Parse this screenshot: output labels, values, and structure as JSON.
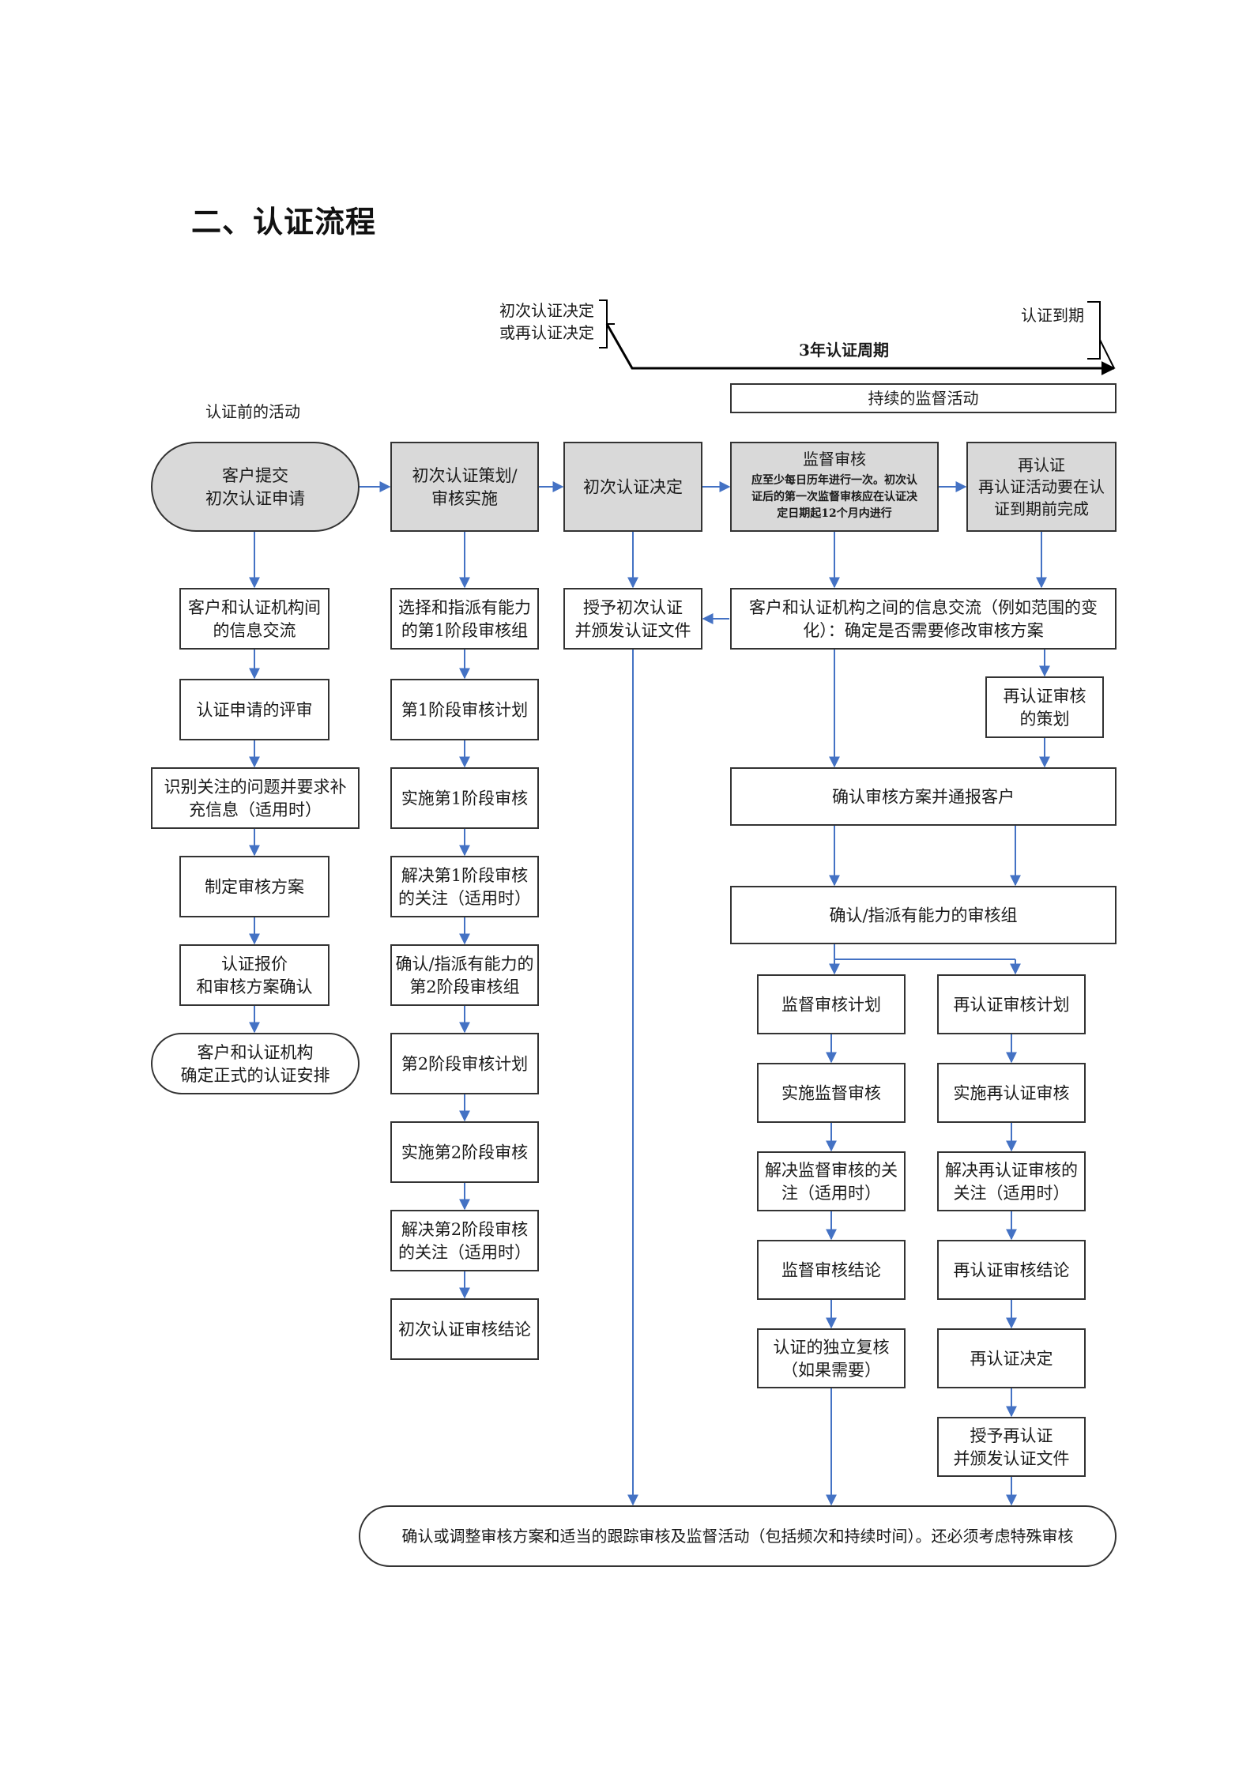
{
  "page": {
    "heading": "二、认证流程"
  },
  "colors": {
    "arrow": "#4472c4",
    "box_border": "#333333",
    "gray_fill": "#d9d9d9",
    "text": "#1a1a1a"
  },
  "timeline": {
    "start_label": [
      "初次认证决定",
      "或再认证决定"
    ],
    "end_label": "认证到期",
    "period_label": "3年认证周期",
    "continuous": "持续的监督活动"
  },
  "pre_activities_label": "认证前的活动",
  "header": {
    "client_apply": [
      "客户提交",
      "初次认证申请"
    ],
    "initial_planning": [
      "初次认证策划/",
      "审核实施"
    ],
    "initial_decision": "初次认证决定",
    "surveillance": {
      "title": "监督审核",
      "note": [
        "应至少每日历年进行一次。初次认",
        "证后的第一次监督审核应在认证决",
        "定日期起12个月内进行"
      ]
    },
    "recert": [
      "再认证",
      "再认证活动要在认",
      "证到期前完成"
    ]
  },
  "col1": [
    [
      "客户和认证机构间",
      "的信息交流"
    ],
    [
      "认证申请的评审"
    ],
    [
      "识别关注的问题并要求补",
      "充信息（适用时）"
    ],
    [
      "制定审核方案"
    ],
    [
      "认证报价",
      "和审核方案确认"
    ],
    [
      "客户和认证机构",
      "确定正式的认证安排"
    ]
  ],
  "col2": [
    [
      "选择和指派有能力",
      "的第1阶段审核组"
    ],
    [
      "第1阶段审核计划"
    ],
    [
      "实施第1阶段审核"
    ],
    [
      "解决第1阶段审核",
      "的关注（适用时）"
    ],
    [
      "确认/指派有能力的",
      "第2阶段审核组"
    ],
    [
      "第2阶段审核计划"
    ],
    [
      "实施第2阶段审核"
    ],
    [
      "解决第2阶段审核",
      "的关注（适用时）"
    ],
    [
      "初次认证审核结论"
    ]
  ],
  "col3": {
    "grant": [
      "授予初次认证",
      "并颁发认证文件"
    ]
  },
  "right": {
    "info_exchange": [
      "客户和认证机构之间的信息交流（例如范围的变",
      "化）：确定是否需要修改审核方案"
    ],
    "recert_planning": [
      "再认证审核",
      "的策划"
    ],
    "confirm_program": "确认审核方案并通报客户",
    "confirm_team": "确认/指派有能力的审核组"
  },
  "col4": [
    [
      "监督审核计划"
    ],
    [
      "实施监督审核"
    ],
    [
      "解决监督审核的关",
      "注（适用时）"
    ],
    [
      "监督审核结论"
    ],
    [
      "认证的独立复核",
      "（如果需要）"
    ]
  ],
  "col5": [
    [
      "再认证审核计划"
    ],
    [
      "实施再认证审核"
    ],
    [
      "解决再认证审核的",
      "关注（适用时）"
    ],
    [
      "再认证审核结论"
    ],
    [
      "再认证决定"
    ],
    [
      "授予再认证",
      "并颁发认证文件"
    ]
  ],
  "final": "确认或调整审核方案和适当的跟踪审核及监督活动（包括频次和持续时间）。还必须考虑特殊审核"
}
